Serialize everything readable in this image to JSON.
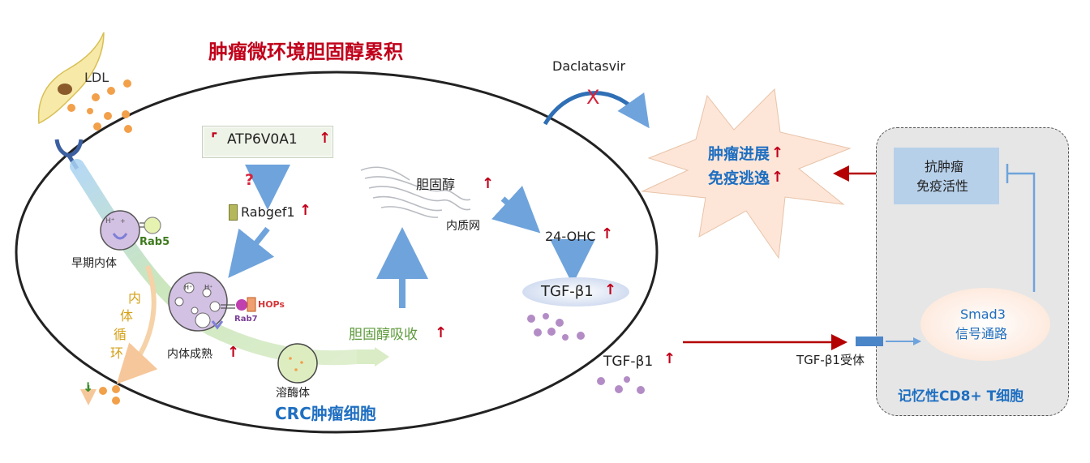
{
  "title": "肿瘤微环境胆固醇累积",
  "cell_label": "CRC肿瘤细胞",
  "ldl_label": "LDL",
  "atp_label": "ATP6V0A1",
  "rabgef_label": "Rabgef1",
  "question_mark": "?",
  "rab5_label": "Rab5",
  "early_endosome_label": "早期内体",
  "endosome_cycle_label": [
    "内",
    "体",
    "循",
    "环"
  ],
  "hops_label": "HOPs",
  "rab7_label": "Rab7",
  "mature_endosome_label": "内体成熟",
  "lysosome_label": "溶酶体",
  "cholesterol_absorb_label": "胆固醇吸收",
  "cholesterol_label": "胆固醇",
  "er_label": "内质网",
  "ohc_label": "24-OHC",
  "tgf_inner_label": "TGF-β1",
  "tgf_outer_label": "TGF-β1",
  "drug_label": "Daclatasvir",
  "drug_block_mark": "X",
  "tumor_progress_label": "肿瘤进展",
  "immune_escape_label": "免疫逃逸",
  "anti_tumor_label_1": "抗肿瘤",
  "anti_tumor_label_2": "免疫活性",
  "smad_label_1": "Smad3",
  "smad_label_2": "信号通路",
  "receptor_label": "TGF-β1受体",
  "memory_cell_label": "记忆性CD8+ T细胞",
  "up_arrow": "↑",
  "down_arrow": "↓",
  "colors": {
    "title_red": "#c0001a",
    "accent_blue": "#1f6fc1",
    "arrow_blue": "#6fa3dc",
    "dark_red_arrow": "#b40000",
    "green_text": "#5d9a3a",
    "orange_dots": "#f2a04a",
    "purple_dots": "#b38cc6",
    "burst_fill": "#fde6d8"
  }
}
